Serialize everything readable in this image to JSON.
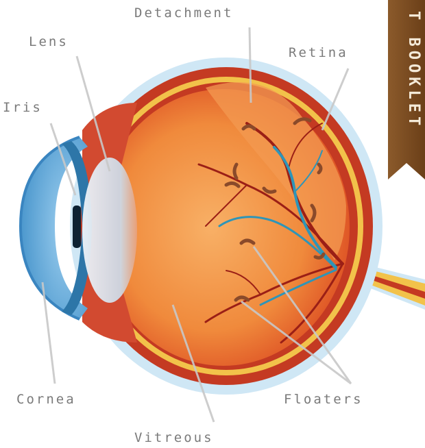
{
  "diagram": {
    "labels": {
      "detachment": "Detachment",
      "lens": "Lens",
      "retina": "Retina",
      "iris": "Iris",
      "cornea": "Cornea",
      "floaters": "Floaters",
      "vitreous": "Vitreous"
    }
  },
  "side_tab": {
    "text": "T BOOKLET",
    "color": "#7a4a22"
  },
  "colors": {
    "label_text": "#7a7a7a",
    "vitreous_center": "#f6a45c",
    "vitreous_edge": "#d9431e",
    "sclera_outer": "#cfe7f5",
    "choroid": "#c43a22",
    "retina_layer": "#f2c24a",
    "cornea": "#5aa9dc",
    "iris": "#2d76a8",
    "lens": "#d9e3ee",
    "vessel_red": "#9b1f16",
    "vessel_blue": "#2e95b8"
  }
}
